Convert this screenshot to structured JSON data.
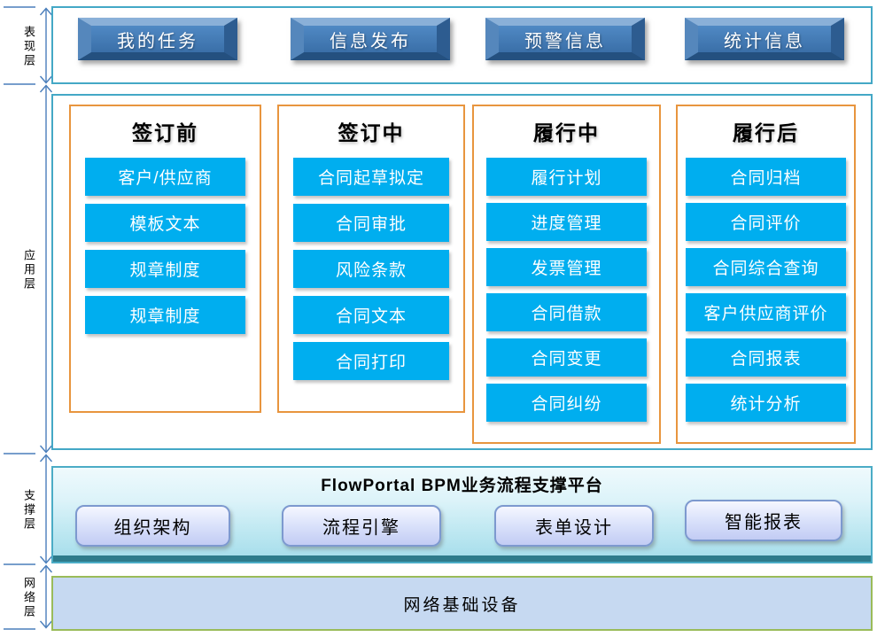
{
  "layers": [
    {
      "label": "表现层"
    },
    {
      "label": "应用层"
    },
    {
      "label": "支撑层"
    },
    {
      "label": "网络层"
    }
  ],
  "presentation": {
    "buttons": [
      "我的任务",
      "信息发布",
      "预警信息",
      "统计信息"
    ]
  },
  "application": {
    "columns": [
      {
        "title": "签订前",
        "items": [
          "客户/供应商",
          "模板文本",
          "规章制度",
          "规章制度"
        ]
      },
      {
        "title": "签订中",
        "items": [
          "合同起草拟定",
          "合同审批",
          "风险条款",
          "合同文本",
          "合同打印"
        ]
      },
      {
        "title": "履行中",
        "items": [
          "履行计划",
          "进度管理",
          "发票管理",
          "合同借款",
          "合同变更",
          "合同纠纷"
        ]
      },
      {
        "title": "履行后",
        "items": [
          "合同归档",
          "合同评价",
          "合同综合查询",
          "客户供应商评价",
          "合同报表",
          "统计分析"
        ]
      }
    ]
  },
  "support": {
    "title": "FlowPortal BPM业务流程支撑平台",
    "buttons": [
      "组织架构",
      "流程引擎",
      "表单设计",
      "智能报表"
    ]
  },
  "network": {
    "label": "网络基础设备"
  },
  "colors": {
    "module_cyan": "#00AEEF",
    "column_border_orange": "#E8953E",
    "panel_border_teal": "#44A8C6",
    "top_button_blue": "#3A6FA8",
    "support_strip_teal": "#2E7B8B",
    "support_button_border": "#7D99CF",
    "network_fill": "#C6D9F1",
    "network_border_green": "#9ABB59",
    "dimension_line_blue": "#4A7EBB"
  }
}
